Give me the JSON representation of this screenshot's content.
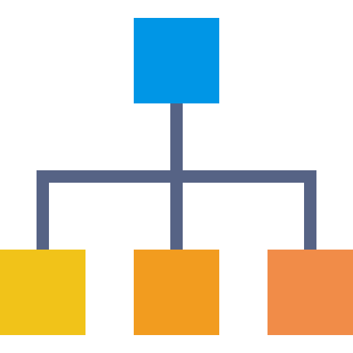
{
  "diagram": {
    "icon": "hierarchy-org-chart-icon",
    "colors": {
      "background": "#ffffff",
      "connector": "#566385",
      "root": "#0096e6",
      "child_left": "#f1c319",
      "child_middle": "#f29c1f",
      "child_right": "#f18c48"
    },
    "nodes": [
      {
        "id": "root",
        "level": 0
      },
      {
        "id": "child-left",
        "level": 1,
        "parent": "root"
      },
      {
        "id": "child-middle",
        "level": 1,
        "parent": "root"
      },
      {
        "id": "child-right",
        "level": 1,
        "parent": "root"
      }
    ]
  }
}
